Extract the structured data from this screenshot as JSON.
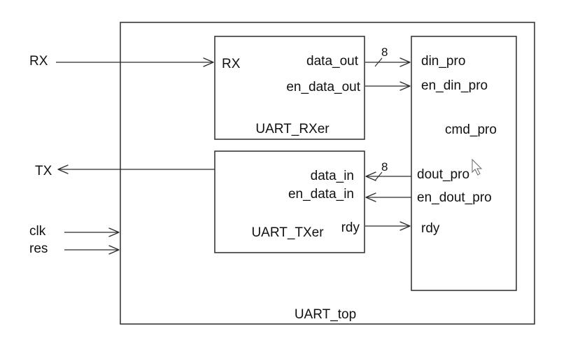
{
  "diagram": {
    "top_module": "UART_top",
    "ports": {
      "rx": "RX",
      "tx": "TX",
      "clk": "clk",
      "res": "res"
    },
    "rx_module": {
      "name": "UART_RXer",
      "in_rx": "RX",
      "out_data": "data_out",
      "out_en": "en_data_out"
    },
    "tx_module": {
      "name": "UART_TXer",
      "in_data": "data_in",
      "in_en": "en_data_in",
      "out_rdy": "rdy"
    },
    "cmd_module": {
      "name": "cmd_pro",
      "din": "din_pro",
      "en_din": "en_din_pro",
      "dout": "dout_pro",
      "en_dout": "en_dout_pro",
      "rdy": "rdy"
    },
    "bus_width_rx": "8",
    "bus_width_tx": "8"
  }
}
